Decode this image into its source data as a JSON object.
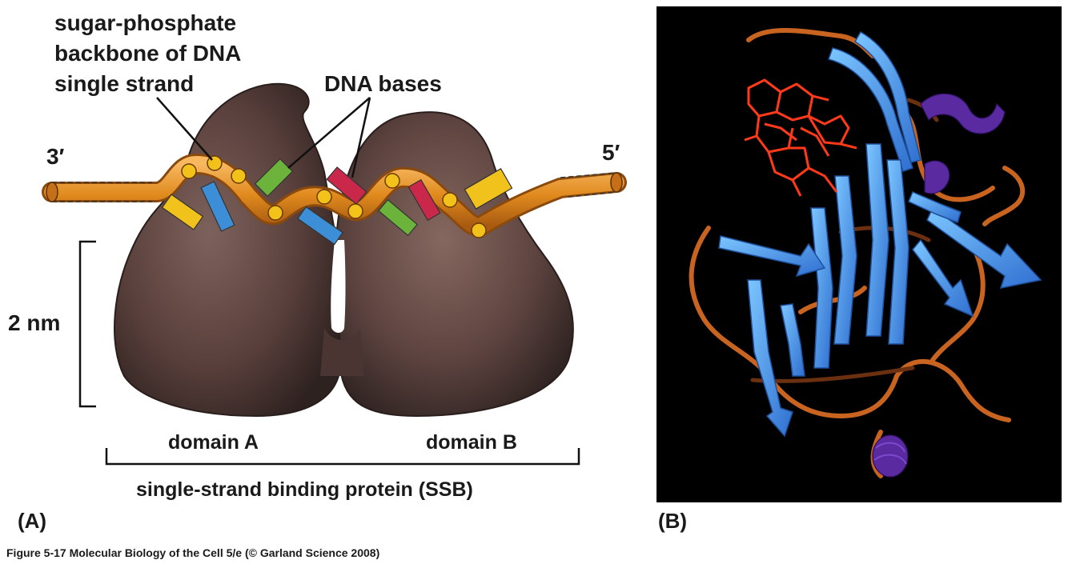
{
  "panelA": {
    "label": "(A)",
    "backbone_label": [
      "sugar-phosphate",
      "backbone of DNA",
      "single strand"
    ],
    "bases_label": "DNA bases",
    "end_left": "3′",
    "end_right": "5′",
    "scale_label": "2 nm",
    "domain_a": "domain A",
    "domain_b": "domain B",
    "protein_label": "single-strand binding protein (SSB)"
  },
  "panelB": {
    "label": "(B)",
    "background": "#000000"
  },
  "colors": {
    "protein": "#5a403c",
    "backbone": "#e08a1e",
    "phosphate": "#f2c21a",
    "base_green": "#6bb33a",
    "base_red": "#c9284a",
    "base_blue": "#3c8fd6",
    "base_yellow": "#f1c21b",
    "strand_blue": "#3a8fe0",
    "coil_orange": "#c86420",
    "helix_purple": "#5a2aa0",
    "ligand_red": "#ff3a1a"
  },
  "caption": "Figure 5-17  Molecular Biology of the Cell 5/e (© Garland Science 2008)"
}
